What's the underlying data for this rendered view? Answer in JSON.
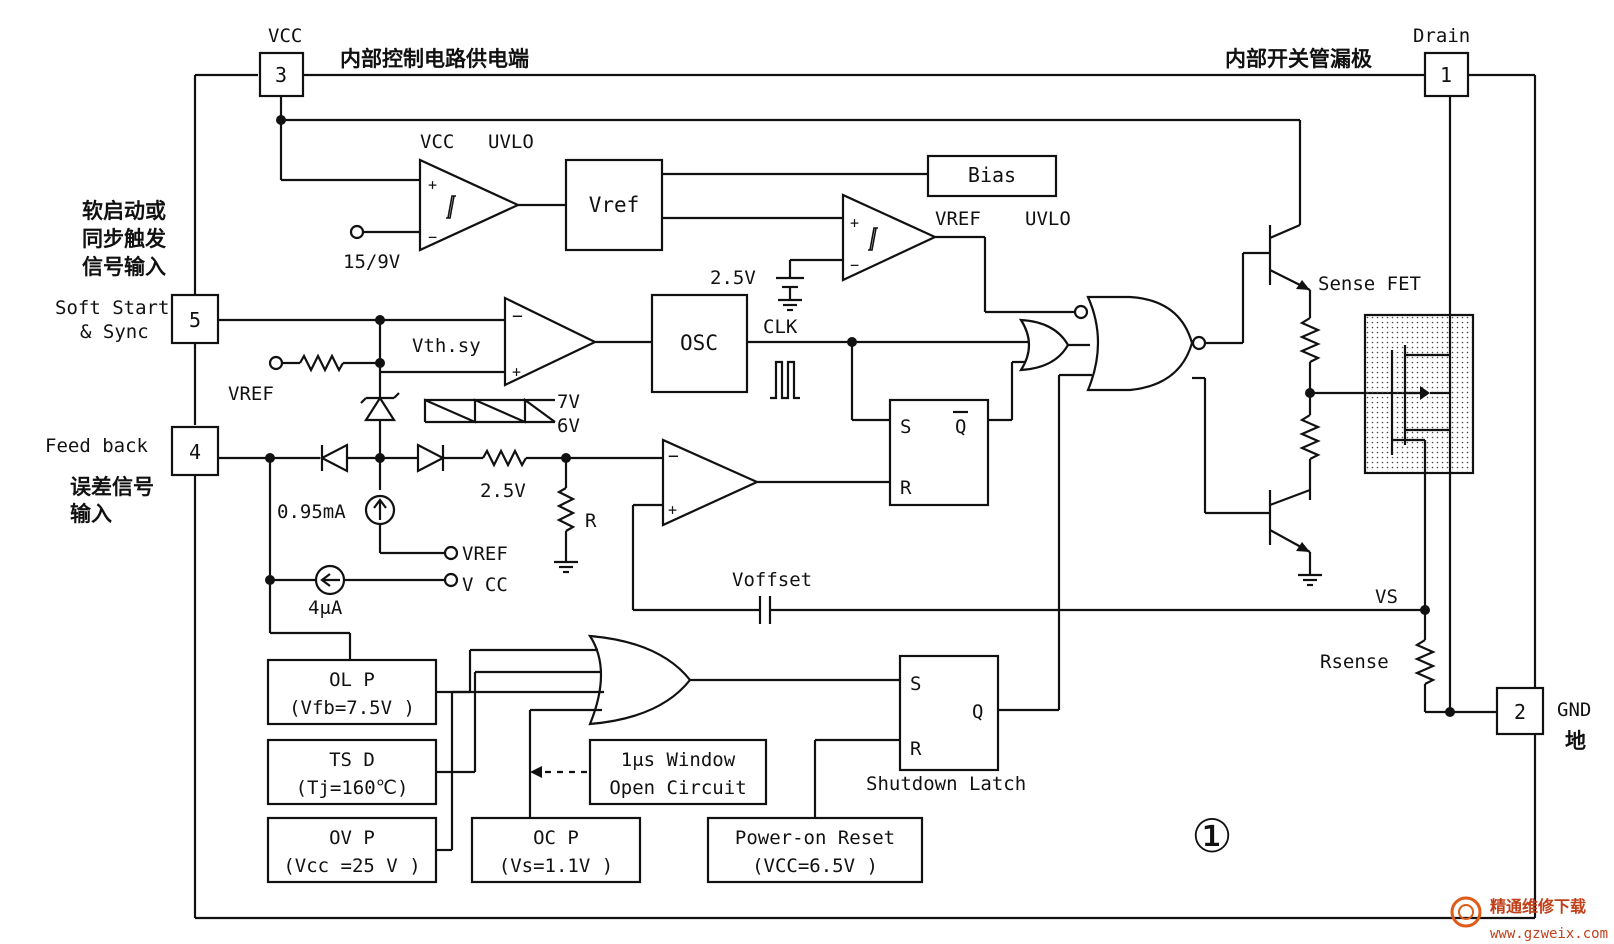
{
  "pins": {
    "p1": {
      "num": "1",
      "name": "Drain",
      "desc": "内部开关管漏极"
    },
    "p2": {
      "num": "2",
      "name": "GND",
      "desc": "地"
    },
    "p3": {
      "num": "3",
      "name": "VCC",
      "desc": "内部控制电路供电端"
    },
    "p4": {
      "num": "4",
      "name": "Feed back",
      "desc_line1": "误差信号",
      "desc_line2": "输入"
    },
    "p5": {
      "num": "5",
      "name_line1": "Soft Start",
      "name_line2": "& Sync",
      "desc_line1": "软启动或",
      "desc_line2": "同步触发",
      "desc_line3": "信号输入"
    }
  },
  "blocks": {
    "vref": "Vref",
    "bias": "Bias",
    "osc": "OSC",
    "latch1": {
      "s": "S",
      "r": "R",
      "qbar": "Q"
    },
    "latch2": {
      "s": "S",
      "r": "R",
      "q": "Q",
      "caption": "Shutdown Latch"
    },
    "olp": {
      "line1": "OL P",
      "line2": "(Vfb=7.5V )"
    },
    "tsd": {
      "line1": "TS D",
      "line2": "(Tj=160℃)"
    },
    "ovp": {
      "line1": "OV P",
      "line2": "(Vcc =25 V )"
    },
    "ocp": {
      "line1": "OC P",
      "line2": "(Vs=1.1V )"
    },
    "window": {
      "line1": "1μs Window",
      "line2": "Open Circuit"
    },
    "por": {
      "line1": "Power-on Reset",
      "line2": "(VCC=6.5V )"
    }
  },
  "labels": {
    "vcc_uvlo_vcc": "VCC",
    "vcc_uvlo_uvlo": "UVLO",
    "v15_9": "15/9V",
    "vref_uvlo_vref": "VREF",
    "vref_uvlo_uvlo": "UVLO",
    "v2_5_top": "2.5V",
    "clk": "CLK",
    "vthsy": "Vth.sy",
    "vref_left": "VREF",
    "v7": "7V",
    "v6": "6V",
    "v2_5_mid": "2.5V",
    "r": "R",
    "i095": "0.95mA",
    "vref_src": "VREF",
    "vcc_src": "V CC",
    "i4u": "4μA",
    "voffset": "Voffset",
    "vs": "VS",
    "rsense": "Rsense",
    "sensefet": "Sense FET",
    "circle_num": "①",
    "watermark_cn": "精通维修下载",
    "watermark_url": "www.gzweix.com"
  }
}
